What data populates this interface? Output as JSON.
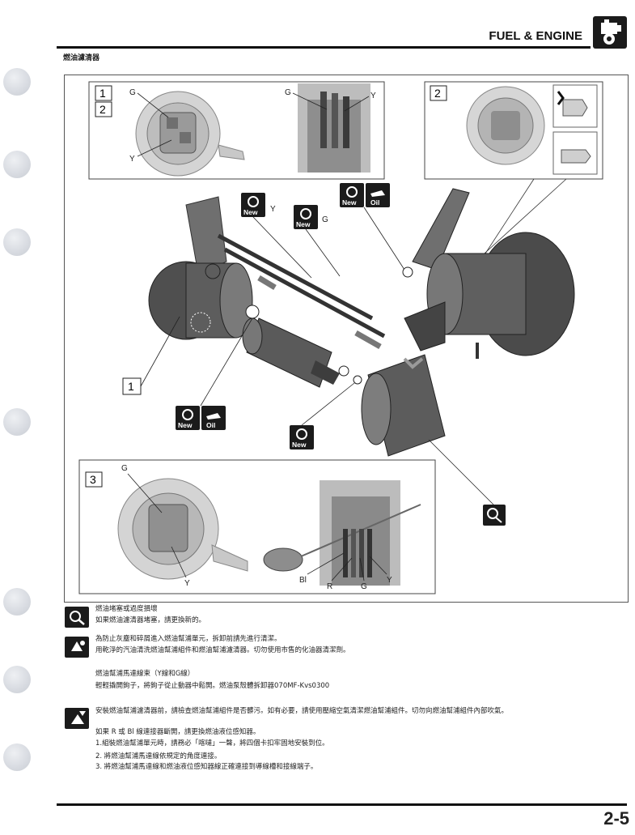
{
  "header": {
    "title": "FUEL & ENGINE",
    "section_title": "燃油濾清器",
    "page_number": "2-5"
  },
  "diagram": {
    "box_numbers": [
      "1",
      "2",
      "2",
      "1",
      "3"
    ],
    "wire_labels": {
      "g": "G",
      "y": "Y",
      "bl": "Bl",
      "r": "R"
    },
    "badge_new": "New",
    "badge_oil": "Oil"
  },
  "notes": {
    "n1_title": "燃油堵塞或過度損壞",
    "n1_line1": "如果燃油濾清器堵塞，請更換新的。",
    "n2_line1": "為防止灰塵和碎屑進入燃油幫浦單元，拆卸前請先進行清潔。",
    "n2_line2": "用乾淨的汽油清洗燃油幫浦組件和燃油幫浦濾清器。切勿使用市售的化油器清潔劑。",
    "n3_title": "燃油幫浦馬達線束（Y線和G線）",
    "n3_line1": "輕輕撬開鉤子，將鉤子從止動器中鬆開。燃油泵殼體拆卸器070MF-Kvs0300",
    "n4_line1": "安裝燃油幫浦濾清器前，請檢查燃油幫浦組件是否髒污。如有必要，請使用壓縮空氣清潔燃油幫浦組件。切勿向燃油幫浦組件內部吹氣。",
    "n5_line1": "如果 R 或 Bl 線連接器斷開，請更換燃油液位感知器。",
    "n5_line2": "1.組裝燃油幫浦單元時，請務必「喀噠」一聲，將四個卡扣牢固地安裝到位。",
    "n5_line3": "2. 將燃油幫浦馬達線依規定的角度連接。",
    "n5_line4": "3. 將燃油幫浦馬達線和燃油液位感知器線正確連接到導線槽和接線端子。"
  }
}
